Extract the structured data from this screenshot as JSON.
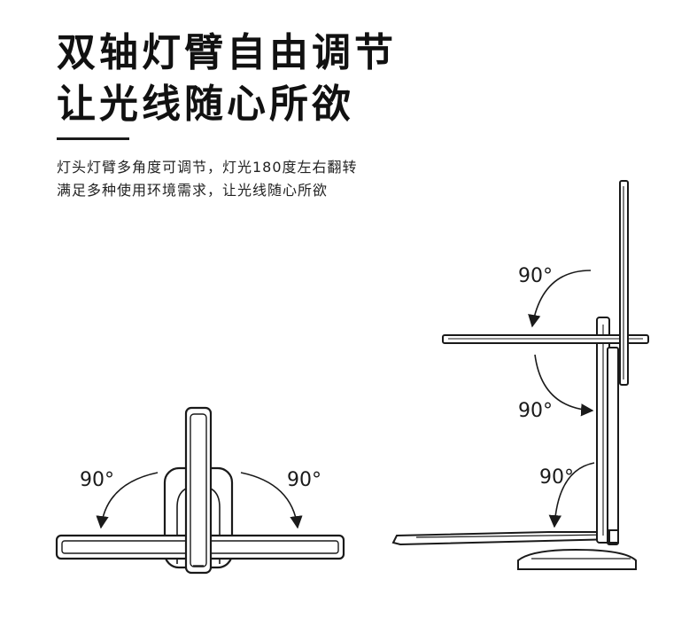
{
  "headline": {
    "line1": "双轴灯臂自由调节",
    "line2": "让光线随心所欲"
  },
  "description": {
    "line1": "灯头灯臂多角度可调节，灯光180度左右翻转",
    "line2": "满足多种使用环境需求，让光线随心所欲"
  },
  "angles": {
    "front_left": "90°",
    "front_right": "90°",
    "side_top": "90°",
    "side_middle": "90°",
    "side_bottom": "90°"
  },
  "colors": {
    "ink": "#1a1a1a",
    "background": "#ffffff"
  }
}
